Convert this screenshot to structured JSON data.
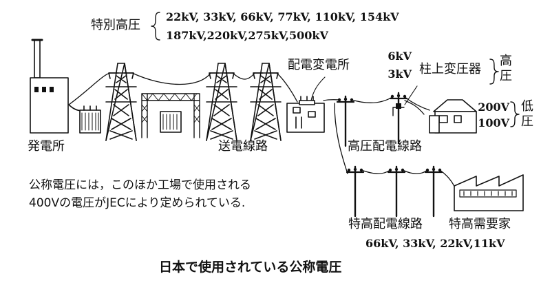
{
  "labels": {
    "special_high": "特別高圧",
    "special_high_voltages_line1": "22kV, 33kV, 66kV, 77kV, 110kV, 154kV",
    "special_high_voltages_line2": "187kV,220kV,275kV,500kV",
    "power_plant": "発電所",
    "transmission_line": "送電線路",
    "substation": "配電変電所",
    "hv_6kv": "6kV",
    "hv_3kv": "3kV",
    "pole_transformer": "柱上変圧器",
    "high_voltage_1": "高",
    "high_voltage_2": "圧",
    "lv_200v": "200V",
    "lv_100v": "100V",
    "low_voltage_1": "低",
    "low_voltage_2": "圧",
    "hv_distribution_line": "高圧配電線路",
    "note_line1": "公称電圧には，このほか工場で使用される",
    "note_line2": "400Vの電圧がJECにより定められている.",
    "ehv_distribution_line": "特高配電線路",
    "ehv_consumer": "特高需要家",
    "ehv_distribution_voltages": "66kV, 33kV, 22kV,11kV",
    "caption": "日本で使用されている公称電圧"
  },
  "icons": [
    "power-plant-icon",
    "transformer-icon",
    "transmission-tower-icon",
    "substation-gantry-icon",
    "substation-building-icon",
    "utility-pole-icon",
    "house-icon",
    "factory-icon"
  ]
}
